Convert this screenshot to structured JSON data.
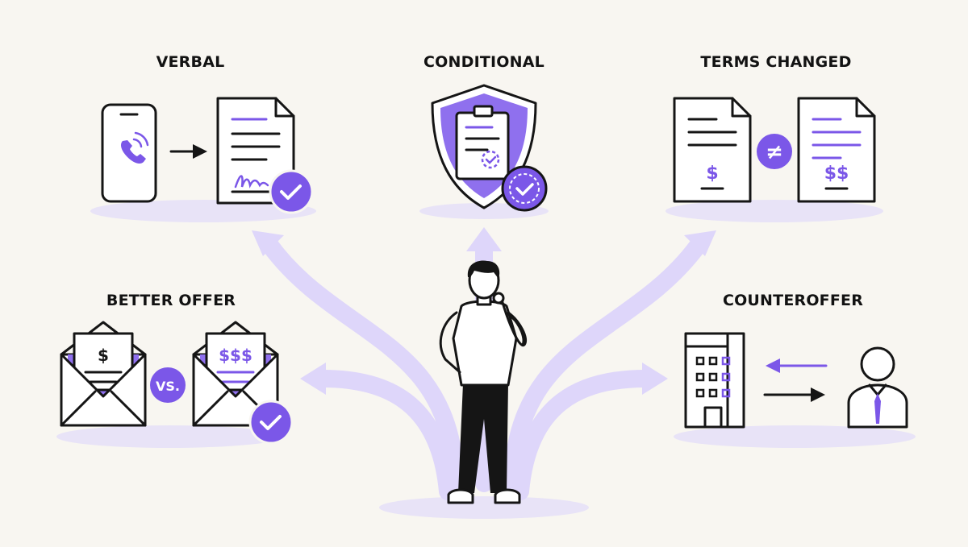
{
  "colors": {
    "background": "#f8f6f1",
    "accent": "#7b57e8",
    "accent_light": "#e3dcfb",
    "ink": "#151515"
  },
  "options": {
    "verbal": {
      "label": "VERBAL"
    },
    "conditional": {
      "label": "CONDITIONAL"
    },
    "terms_changed": {
      "label": "TERMS CHANGED",
      "left_amount": "$",
      "right_amount": "$$",
      "compare_symbol": "≠"
    },
    "better_offer": {
      "label": "BETTER OFFER",
      "left_amount": "$",
      "right_amount": "$$$",
      "compare_text": "VS."
    },
    "counteroffer": {
      "label": "COUNTEROFFER"
    }
  },
  "icons": [
    "phone-icon",
    "document-signature-icon",
    "check-badge-icon",
    "shield-clipboard-icon",
    "document-icon",
    "not-equal-icon",
    "envelope-icon",
    "building-icon",
    "person-icon",
    "arrow-icon"
  ]
}
